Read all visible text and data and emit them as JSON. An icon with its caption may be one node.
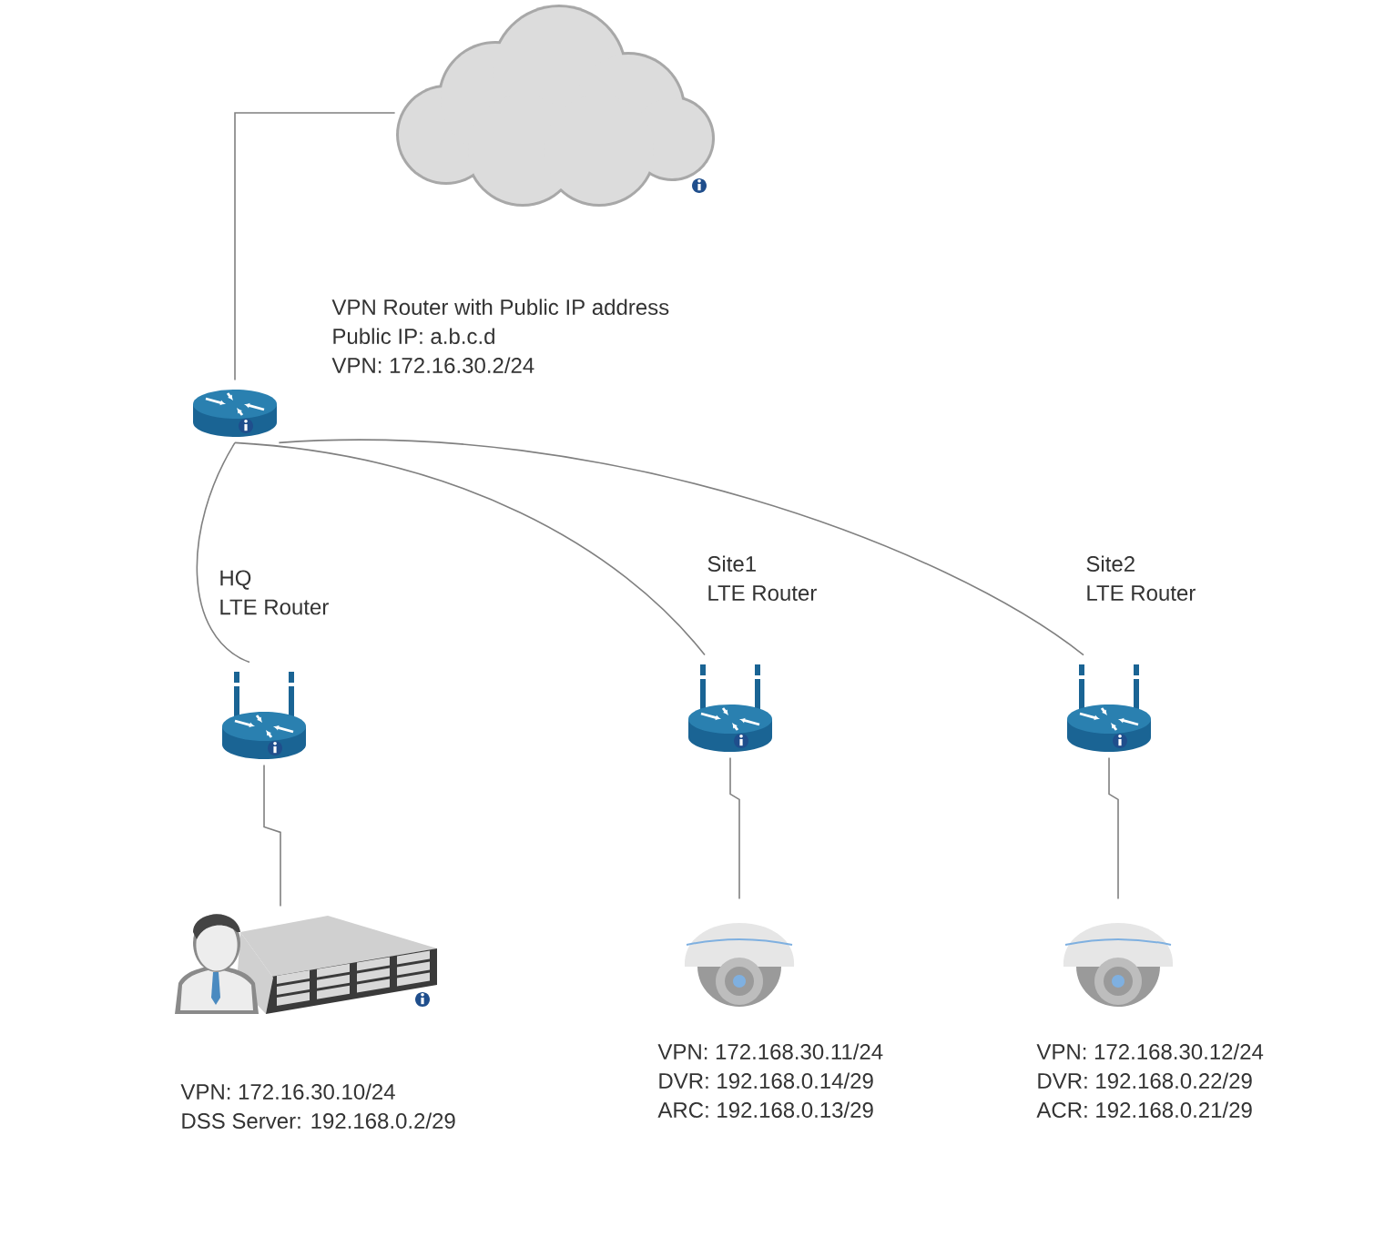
{
  "diagram": {
    "nodes": [
      {
        "text": [],
        "shape": "cloud"
      },
      {
        "text": [],
        "shape": "router",
        "beside": [
          "VPN Router with Public IP address",
          "Public IP: a.b.c.d",
          "VPN: 172.16.30.2/24"
        ]
      },
      {
        "text": [],
        "shape": "router",
        "beside": [
          "HQ",
          "LTE Router"
        ]
      },
      {
        "text": [],
        "shape": "router",
        "beside": [
          "Site1",
          "LTE Router"
        ]
      },
      {
        "text": [],
        "shape": "router",
        "beside": [
          "Site2",
          "LTE Router"
        ]
      },
      {
        "text": [],
        "shape": "server",
        "beside": [
          "VPN: 172.16.30.10/24",
          "DSS Server: 192.168.0.2/29"
        ]
      },
      {
        "text": [],
        "shape": "camera",
        "beside": [
          "VPN: 172.168.30.11/24",
          "DVR: 192.168.0.14/29",
          "ARC: 192.168.0.13/29"
        ]
      },
      {
        "text": [],
        "shape": "camera",
        "beside": [
          "VPN: 172.168.30.12/24",
          "DVR: 192.168.0.22/29",
          "ACR: 192.168.0.21/29"
        ]
      }
    ],
    "edges": [
      {
        "from": 0,
        "to": 1,
        "arrow": "none"
      },
      {
        "from": 1,
        "to": 2,
        "arrow": "none"
      },
      {
        "from": 1,
        "to": 3,
        "arrow": "none"
      },
      {
        "from": 1,
        "to": 4,
        "arrow": "none"
      },
      {
        "from": 2,
        "to": 5,
        "arrow": "none"
      },
      {
        "from": 3,
        "to": 6,
        "arrow": "none"
      },
      {
        "from": 4,
        "to": 7,
        "arrow": "none"
      }
    ]
  }
}
